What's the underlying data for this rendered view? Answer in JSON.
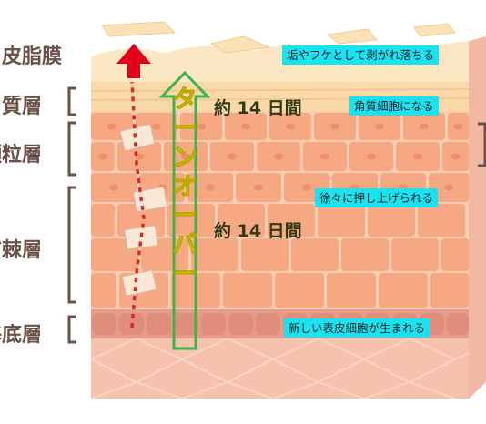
{
  "layers": {
    "sebum": "皮脂膜",
    "corneum": "角質層",
    "granular": "顆粒層",
    "spinous": "有棘層",
    "basal": "基底層"
  },
  "labels": {
    "shed": "垢やフケとして剥がれ落ちる",
    "corneocyte": "角質細胞になる",
    "pushed": "徐々に押し上げられる",
    "born": "新しい表皮細胞が生まれる"
  },
  "days": {
    "upper": "約 14 日間",
    "lower": "約 14 日間"
  },
  "turnover": "ターンオーバー",
  "colors": {
    "label_text": "#6b5148",
    "tag_bg": "#17e3f2",
    "turnover_text": "#f7ef00",
    "arrow_up": "#e3001b",
    "arrow_outline": "#39b54a",
    "cell_fill": "#f5a882",
    "cell_border": "#f7cdb3"
  }
}
